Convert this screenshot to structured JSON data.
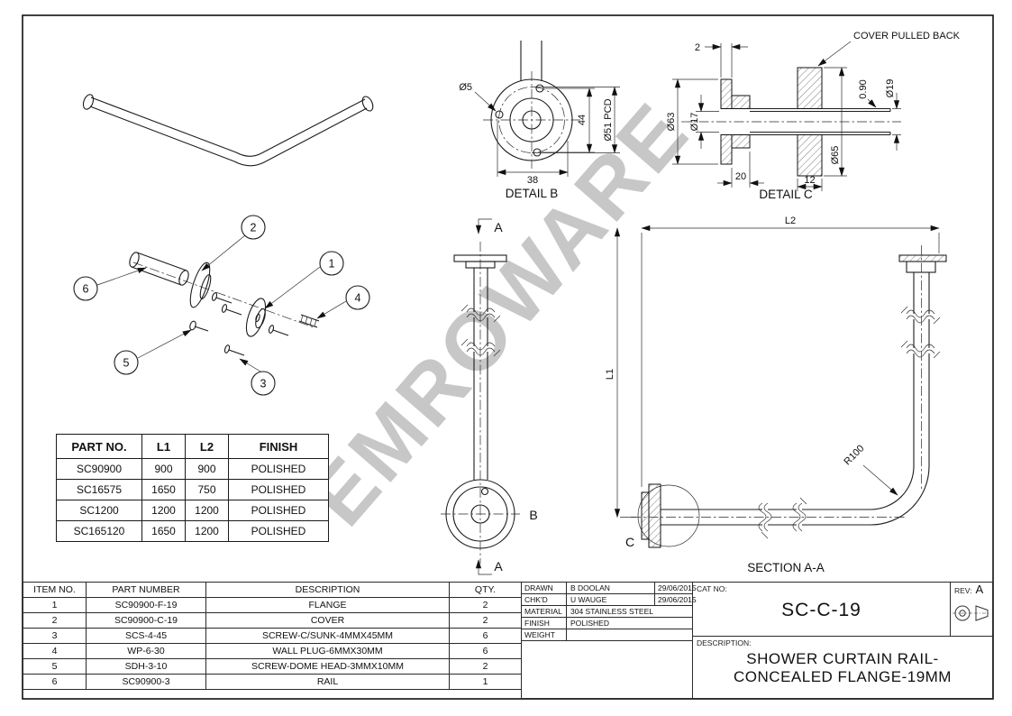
{
  "watermark": "EMROWARE",
  "views": {
    "detail_b": {
      "title": "DETAIL B",
      "dim_hole": "Ø5",
      "dim_height": "44",
      "dim_pcd": "Ø51 PCD",
      "dim_width": "38"
    },
    "detail_c": {
      "title": "DETAIL C",
      "note": "COVER PULLED BACK",
      "dim_plate_thickness": "2",
      "dim_flange_od": "Ø63",
      "dim_bore": "Ø17",
      "dim_boss_depth": "20",
      "dim_cover_len": "12",
      "dim_cover_od": "Ø65",
      "dim_wall": "0.90",
      "dim_rail_od": "Ø19"
    },
    "front_view": {
      "section_arrow_top": "A",
      "section_arrow_bottom": "A",
      "detail_marker": "B"
    },
    "section_aa": {
      "title": "SECTION A-A",
      "dim_l1": "L1",
      "dim_l2": "L2",
      "dim_radius": "R100",
      "detail_marker": "C"
    },
    "exploded": {
      "balloon_1": "1",
      "balloon_2": "2",
      "balloon_3": "3",
      "balloon_4": "4",
      "balloon_5": "5",
      "balloon_6": "6"
    }
  },
  "parts_table": {
    "headers": [
      "PART NO.",
      "L1",
      "L2",
      "FINISH"
    ],
    "rows": [
      [
        "SC90900",
        "900",
        "900",
        "POLISHED"
      ],
      [
        "SC16575",
        "1650",
        "750",
        "POLISHED"
      ],
      [
        "SC1200",
        "1200",
        "1200",
        "POLISHED"
      ],
      [
        "SC165120",
        "1650",
        "1200",
        "POLISHED"
      ]
    ]
  },
  "bom": {
    "headers": [
      "ITEM NO.",
      "PART NUMBER",
      "DESCRIPTION",
      "QTY."
    ],
    "rows": [
      [
        "1",
        "SC90900-F-19",
        "FLANGE",
        "2"
      ],
      [
        "2",
        "SC90900-C-19",
        "COVER",
        "2"
      ],
      [
        "3",
        "SCS-4-45",
        "SCREW-C/SUNK-4MMX45MM",
        "6"
      ],
      [
        "4",
        "WP-6-30",
        "WALL PLUG-6MMX30MM",
        "6"
      ],
      [
        "5",
        "SDH-3-10",
        "SCREW-DOME HEAD-3MMX10MM",
        "2"
      ],
      [
        "6",
        "SC90900-3",
        "RAIL",
        "1"
      ]
    ]
  },
  "title_block": {
    "drawn_label": "DRAWN",
    "drawn_name": "B DOOLAN",
    "drawn_date": "29/06/2015",
    "chkd_label": "CHK'D",
    "chkd_name": "U WAUGE",
    "chkd_date": "29/06/2015",
    "material_label": "MATERIAL",
    "material_value": "304 STAINLESS STEEL",
    "finish_label": "FINISH",
    "finish_value": "POLISHED",
    "weight_label": "WEIGHT",
    "weight_value": "",
    "cat_no_label": "CAT NO:",
    "cat_no_value": "SC-C-19",
    "rev_label": "REV:",
    "rev_value": "A",
    "description_label": "DESCRIPTION:",
    "description_line1": "SHOWER CURTAIN RAIL-",
    "description_line2": "CONCEALED FLANGE-19MM"
  }
}
